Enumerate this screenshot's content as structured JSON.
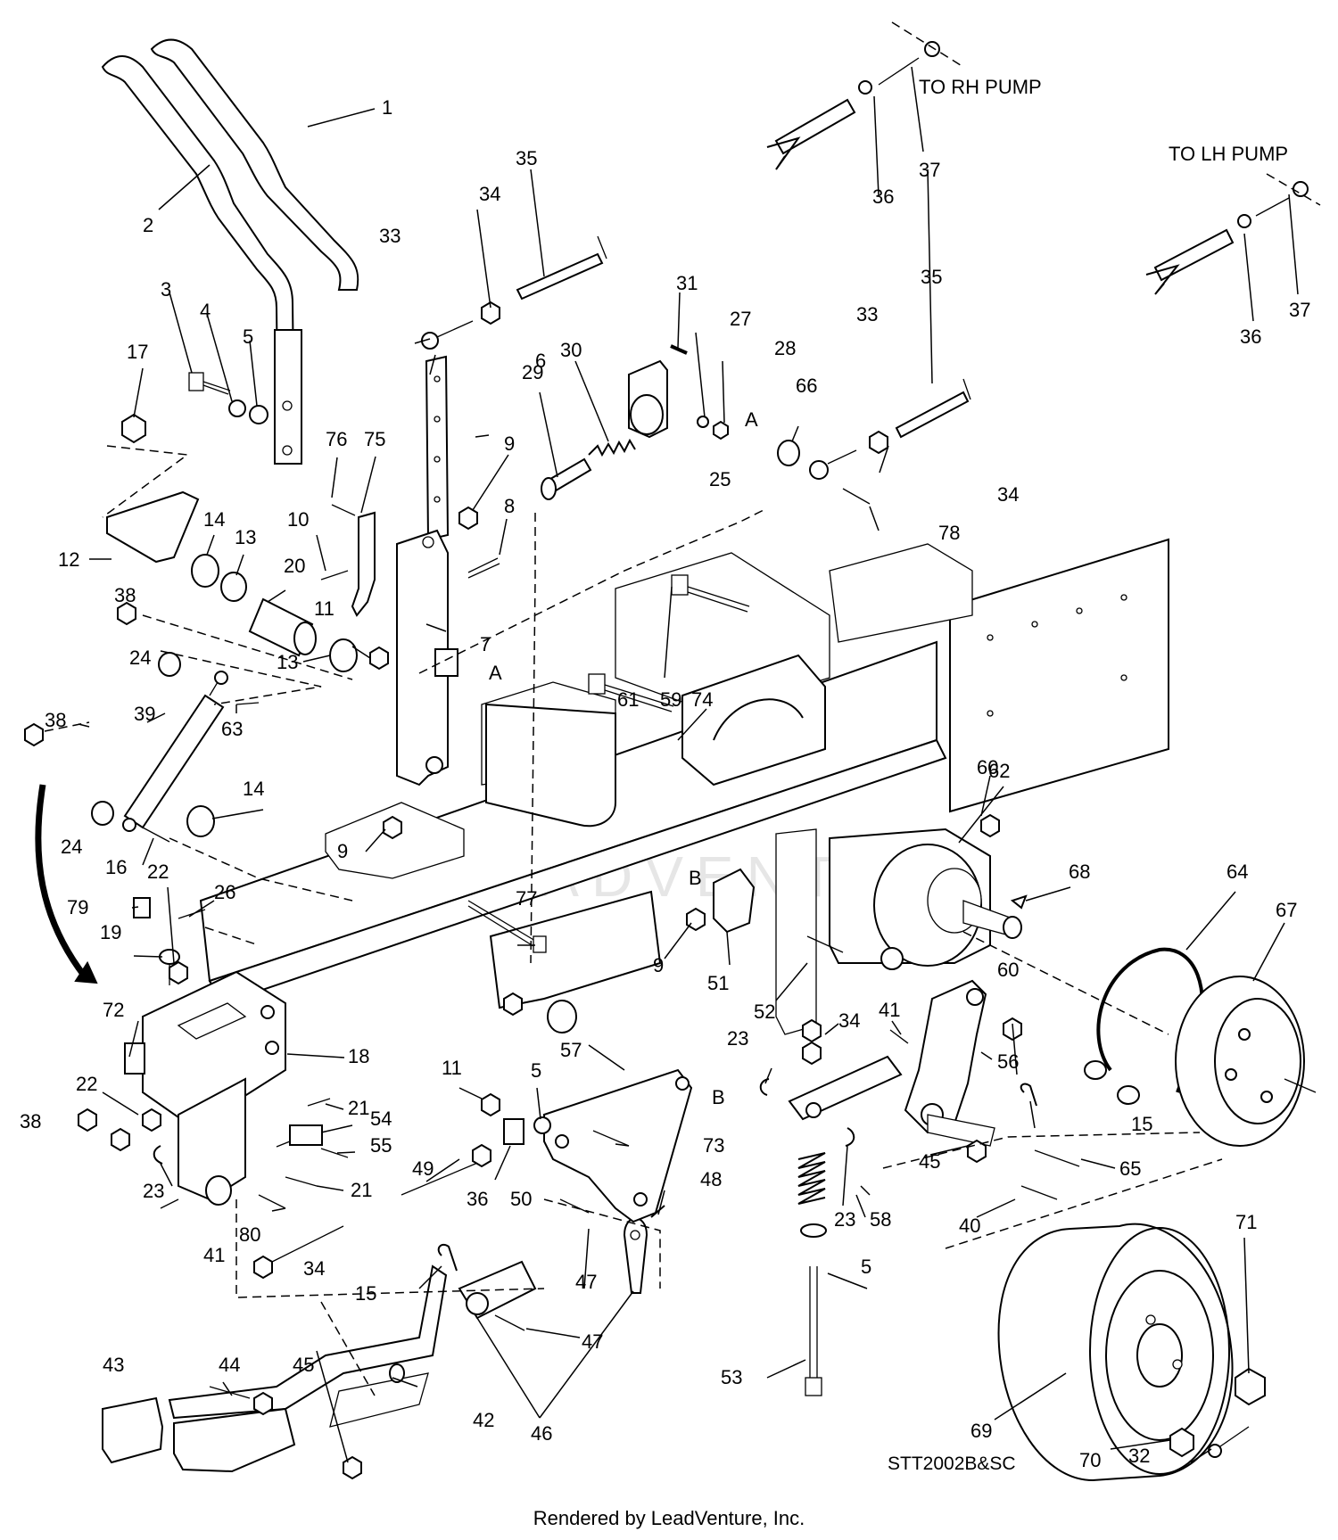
{
  "diagram": {
    "drawing_code": "STT2002B&SC",
    "watermark": "LEADVENTURE",
    "footer": "Rendered by LeadVenture, Inc.",
    "pump_labels": {
      "rh": "TO RH PUMP",
      "lh": "TO LH PUMP"
    },
    "reference_letters": {
      "a": "A",
      "b": "B"
    },
    "callouts": [
      {
        "id": "c1",
        "label": "1"
      },
      {
        "id": "c2",
        "label": "2"
      },
      {
        "id": "c3",
        "label": "3"
      },
      {
        "id": "c4",
        "label": "4"
      },
      {
        "id": "c5a",
        "label": "5"
      },
      {
        "id": "c6",
        "label": "6"
      },
      {
        "id": "c7",
        "label": "7"
      },
      {
        "id": "c8",
        "label": "8"
      },
      {
        "id": "c9a",
        "label": "9"
      },
      {
        "id": "c10",
        "label": "10"
      },
      {
        "id": "c11a",
        "label": "11"
      },
      {
        "id": "c12",
        "label": "12"
      },
      {
        "id": "c13a",
        "label": "13"
      },
      {
        "id": "c13b",
        "label": "13"
      },
      {
        "id": "c14a",
        "label": "14"
      },
      {
        "id": "c14b",
        "label": "14"
      },
      {
        "id": "c15a",
        "label": "15"
      },
      {
        "id": "c15b",
        "label": "15"
      },
      {
        "id": "c16",
        "label": "16"
      },
      {
        "id": "c17",
        "label": "17"
      },
      {
        "id": "c18",
        "label": "18"
      },
      {
        "id": "c19",
        "label": "19"
      },
      {
        "id": "c20",
        "label": "20"
      },
      {
        "id": "c21a",
        "label": "21"
      },
      {
        "id": "c21b",
        "label": "21"
      },
      {
        "id": "c22a",
        "label": "22"
      },
      {
        "id": "c22b",
        "label": "22"
      },
      {
        "id": "c23a",
        "label": "23"
      },
      {
        "id": "c23b",
        "label": "23"
      },
      {
        "id": "c23c",
        "label": "23"
      },
      {
        "id": "c24a",
        "label": "24"
      },
      {
        "id": "c24b",
        "label": "24"
      },
      {
        "id": "c25",
        "label": "25"
      },
      {
        "id": "c26",
        "label": "26"
      },
      {
        "id": "c27",
        "label": "27"
      },
      {
        "id": "c28",
        "label": "28"
      },
      {
        "id": "c29",
        "label": "29"
      },
      {
        "id": "c30",
        "label": "30"
      },
      {
        "id": "c31",
        "label": "31"
      },
      {
        "id": "c32",
        "label": "32"
      },
      {
        "id": "c33a",
        "label": "33"
      },
      {
        "id": "c33b",
        "label": "33"
      },
      {
        "id": "c34a",
        "label": "34"
      },
      {
        "id": "c34b",
        "label": "34"
      },
      {
        "id": "c34c",
        "label": "34"
      },
      {
        "id": "c34d",
        "label": "34"
      },
      {
        "id": "c35a",
        "label": "35"
      },
      {
        "id": "c35b",
        "label": "35"
      },
      {
        "id": "c36a",
        "label": "36"
      },
      {
        "id": "c36b",
        "label": "36"
      },
      {
        "id": "c36c",
        "label": "36"
      },
      {
        "id": "c37a",
        "label": "37"
      },
      {
        "id": "c37b",
        "label": "37"
      },
      {
        "id": "c38a",
        "label": "38"
      },
      {
        "id": "c38b",
        "label": "38"
      },
      {
        "id": "c38c",
        "label": "38"
      },
      {
        "id": "c39",
        "label": "39"
      },
      {
        "id": "c40",
        "label": "40"
      },
      {
        "id": "c41a",
        "label": "41"
      },
      {
        "id": "c41b",
        "label": "41"
      },
      {
        "id": "c42",
        "label": "42"
      },
      {
        "id": "c43",
        "label": "43"
      },
      {
        "id": "c44",
        "label": "44"
      },
      {
        "id": "c45a",
        "label": "45"
      },
      {
        "id": "c45b",
        "label": "45"
      },
      {
        "id": "c46",
        "label": "46"
      },
      {
        "id": "c47a",
        "label": "47"
      },
      {
        "id": "c47b",
        "label": "47"
      },
      {
        "id": "c48",
        "label": "48"
      },
      {
        "id": "c49",
        "label": "49"
      },
      {
        "id": "c50",
        "label": "50"
      },
      {
        "id": "c51",
        "label": "51"
      },
      {
        "id": "c52",
        "label": "52"
      },
      {
        "id": "c53",
        "label": "53"
      },
      {
        "id": "c54",
        "label": "54"
      },
      {
        "id": "c55",
        "label": "55"
      },
      {
        "id": "c56",
        "label": "56"
      },
      {
        "id": "c57",
        "label": "57"
      },
      {
        "id": "c58",
        "label": "58"
      },
      {
        "id": "c59",
        "label": "59"
      },
      {
        "id": "c60a",
        "label": "60"
      },
      {
        "id": "c60b",
        "label": "60"
      },
      {
        "id": "c61",
        "label": "61"
      },
      {
        "id": "c62",
        "label": "62"
      },
      {
        "id": "c63",
        "label": "63"
      },
      {
        "id": "c64",
        "label": "64"
      },
      {
        "id": "c65",
        "label": "65"
      },
      {
        "id": "c66",
        "label": "66"
      },
      {
        "id": "c67",
        "label": "67"
      },
      {
        "id": "c68",
        "label": "68"
      },
      {
        "id": "c69",
        "label": "69"
      },
      {
        "id": "c70",
        "label": "70"
      },
      {
        "id": "c71",
        "label": "71"
      },
      {
        "id": "c72",
        "label": "72"
      },
      {
        "id": "c73",
        "label": "73"
      },
      {
        "id": "c74",
        "label": "74"
      },
      {
        "id": "c75",
        "label": "75"
      },
      {
        "id": "c76",
        "label": "76"
      },
      {
        "id": "c77",
        "label": "77"
      },
      {
        "id": "c78",
        "label": "78"
      },
      {
        "id": "c79",
        "label": "79"
      },
      {
        "id": "c80",
        "label": "80"
      },
      {
        "id": "c9b",
        "label": "9"
      },
      {
        "id": "c9c",
        "label": "9"
      },
      {
        "id": "c11b",
        "label": "11"
      },
      {
        "id": "c5b",
        "label": "5"
      },
      {
        "id": "c5c",
        "label": "5"
      }
    ]
  }
}
